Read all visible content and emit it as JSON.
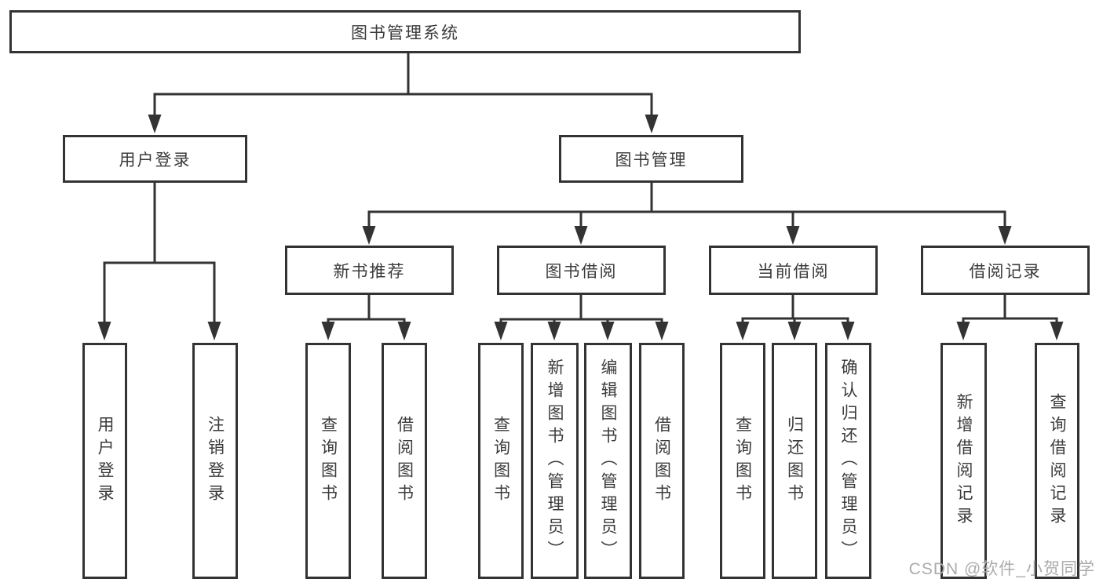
{
  "nodes": {
    "root": {
      "label": "图书管理系统"
    },
    "user_login": {
      "label": "用户登录"
    },
    "book_mgmt": {
      "label": "图书管理"
    },
    "new_book_rec": {
      "label": "新书推荐"
    },
    "book_borrow": {
      "label": "图书借阅"
    },
    "current_borrow": {
      "label": "当前借阅"
    },
    "borrow_record": {
      "label": "借阅记录"
    },
    "leaf_user_login": {
      "label": "用户登录"
    },
    "leaf_logout": {
      "label": "注销登录"
    },
    "nbr_query": {
      "label": "查询图书"
    },
    "nbr_borrow": {
      "label": "借阅图书"
    },
    "bb_query": {
      "label": "查询图书"
    },
    "bb_add": {
      "label": "新增图书（管理员）"
    },
    "bb_edit": {
      "label": "编辑图书（管理员）"
    },
    "bb_borrow": {
      "label": "借阅图书"
    },
    "cb_query": {
      "label": "查询图书"
    },
    "cb_return": {
      "label": "归还图书"
    },
    "cb_confirm": {
      "label": "确认归还（管理员）"
    },
    "br_add": {
      "label": "新增借阅记录"
    },
    "br_query": {
      "label": "查询借阅记录"
    }
  },
  "hierarchy": {
    "图书管理系统": {
      "用户登录": [
        "用户登录",
        "注销登录"
      ],
      "图书管理": {
        "新书推荐": [
          "查询图书",
          "借阅图书"
        ],
        "图书借阅": [
          "查询图书",
          "新增图书（管理员）",
          "编辑图书（管理员）",
          "借阅图书"
        ],
        "当前借阅": [
          "查询图书",
          "归还图书",
          "确认归还（管理员）"
        ],
        "借阅记录": [
          "新增借阅记录",
          "查询借阅记录"
        ]
      }
    }
  },
  "watermark": {
    "text": "CSDN @软件_小贺同学"
  },
  "colors": {
    "line": "#333333",
    "box_border": "#333333",
    "text": "#3b3b3b",
    "watermark": "#ababab",
    "background": "#ffffff"
  }
}
